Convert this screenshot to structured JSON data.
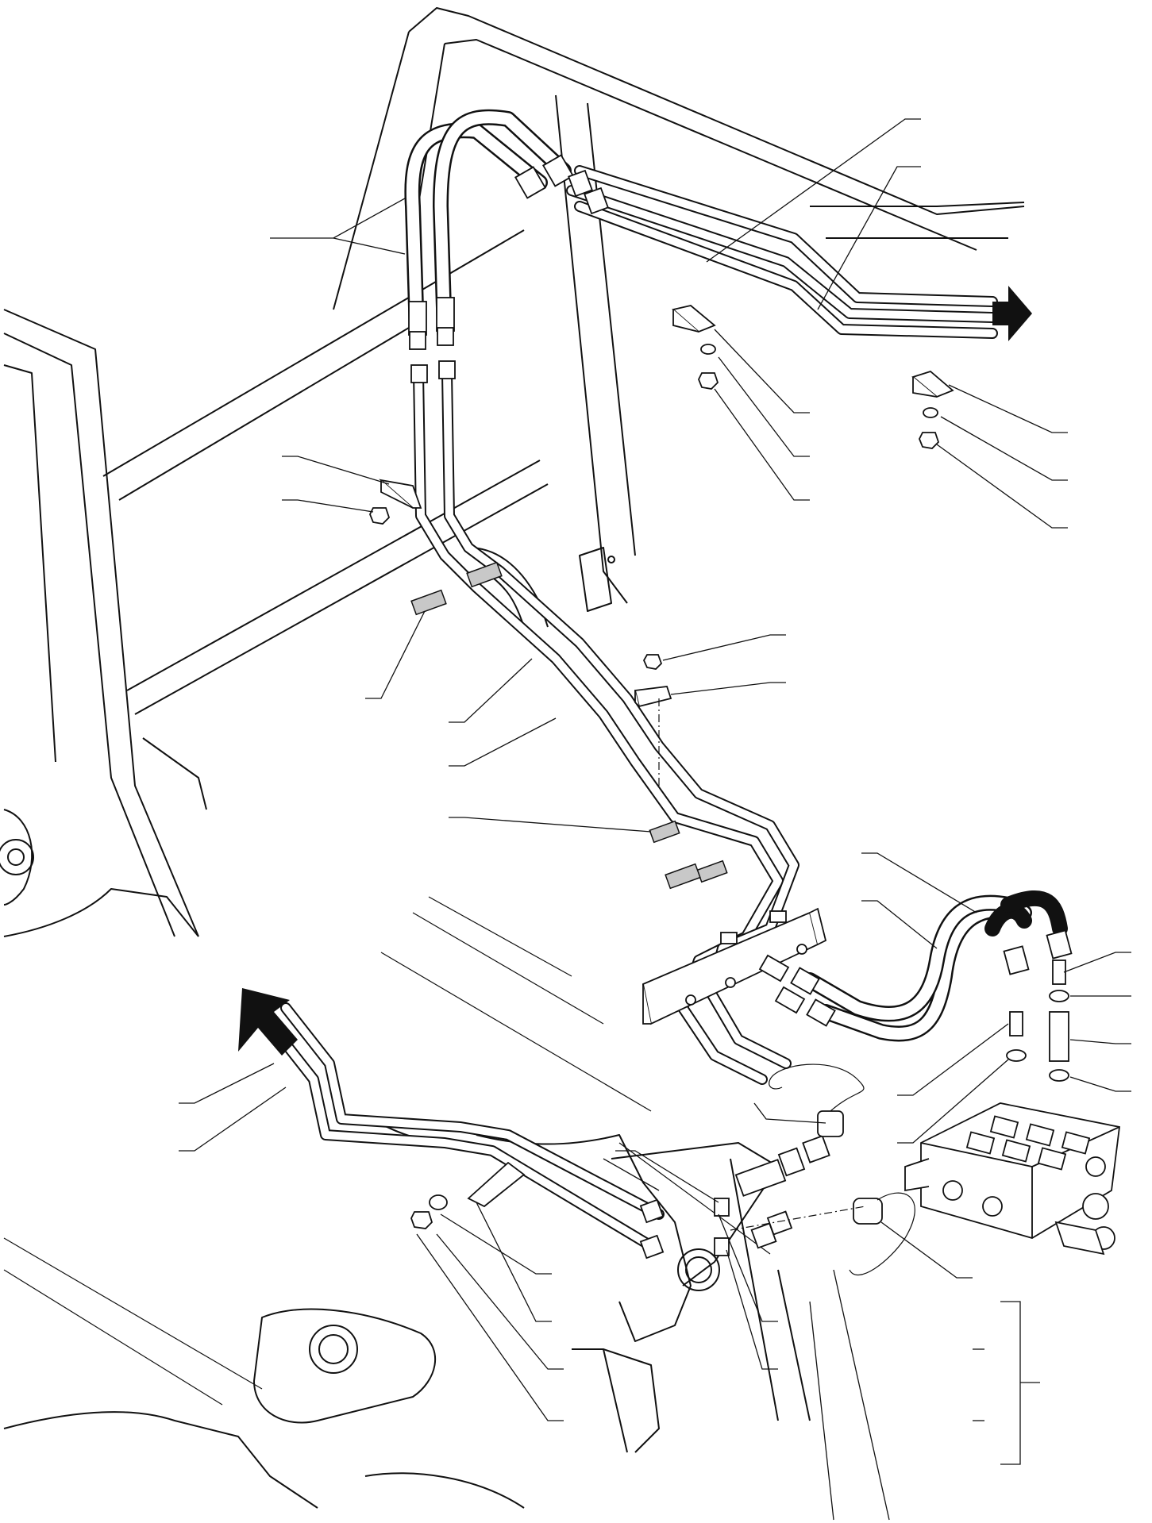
{
  "diagram": {
    "colors": {
      "line": "#111111",
      "background": "#ffffff",
      "pad_fill": "#c8c8c8"
    },
    "arrows": [
      {
        "name": "flow-arrow-right-icon",
        "direction": "right"
      },
      {
        "name": "flow-arrow-up-left-icon",
        "direction": "up-left"
      }
    ],
    "callout_count": 40,
    "components": [
      "hydraulic-pipe-upper",
      "hydraulic-pipe-lower",
      "hydraulic-hose",
      "pipe-clamp-bracket",
      "rubber-pad",
      "washer",
      "nut",
      "manifold-block",
      "control-valve",
      "quick-coupler",
      "dust-cap"
    ]
  }
}
